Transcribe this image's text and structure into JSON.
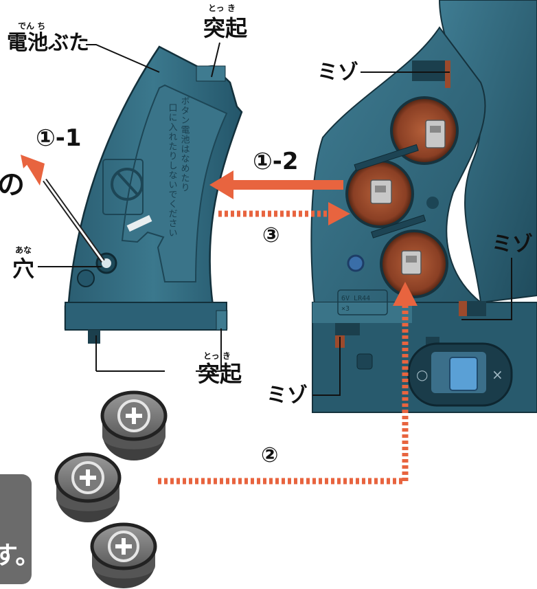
{
  "labels": {
    "cover": "電池ぶた",
    "cover_ruby": "でん ち",
    "tab_top": "突起",
    "tab_top_ruby": "とっ き",
    "tab_bottom": "突起",
    "tab_bottom_ruby": "とっ き",
    "hole": "穴",
    "hole_ruby": "あな",
    "groove_top": "ミゾ",
    "groove_right": "ミゾ",
    "groove_bottom": "ミゾ",
    "partial_left": "の",
    "partial_box_char": "す。"
  },
  "steps": {
    "step1_1": "①-1",
    "step1_2": "①-2",
    "step2": "②",
    "step3": "③"
  },
  "cover_text": {
    "line1": "ボタン電池はなめたり",
    "line2": "口に入れたりしないでください"
  },
  "device_text": {
    "battery_spec": "6V LR44",
    "battery_spec_2": "×3"
  },
  "switch": {
    "off_symbol": "○",
    "on_symbol": "×"
  },
  "colors": {
    "body_teal": "#2e6478",
    "body_dark": "#1c4555",
    "body_light": "#4f8ca0",
    "accent_orange": "#e8643f",
    "battery_well": "#9c4a2c",
    "battery_gray": "#6f6f6f",
    "info_box": "#6b6b6b"
  }
}
